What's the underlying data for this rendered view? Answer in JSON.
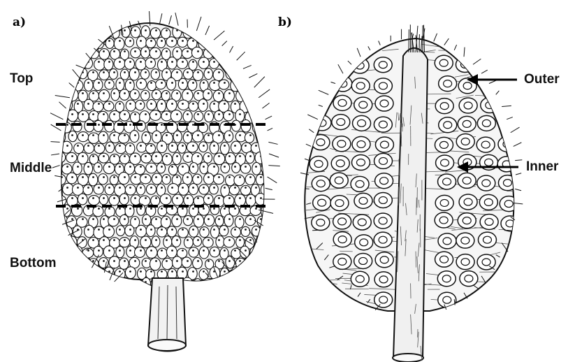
{
  "panel_a": {
    "letter": "a)",
    "zones": [
      "Top",
      "Middle",
      "Bottom"
    ]
  },
  "panel_b": {
    "letter": "b)",
    "labels": [
      "Outer",
      "Inner"
    ]
  },
  "colors": {
    "ink": "#111111",
    "paper": "#ffffff",
    "shade": "#e6e6e6"
  }
}
